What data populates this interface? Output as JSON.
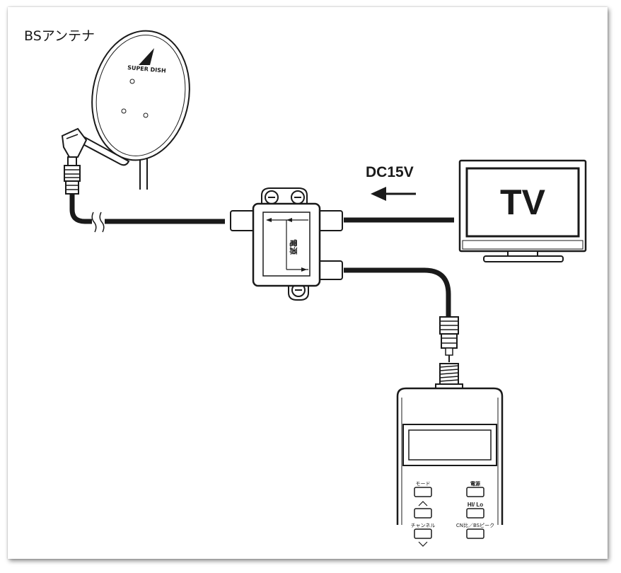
{
  "antenna": {
    "label": "BSアンテナ",
    "brand": "SUPER DISH"
  },
  "power": {
    "label": "DC15V"
  },
  "tv": {
    "label": "TV"
  },
  "splitter": {
    "label": "電源"
  },
  "meter": {
    "mode_label": "モード",
    "power_label": "電源",
    "hilo_label": "HI/ Lo",
    "channel_label": "チャンネル",
    "cnbs_label": "CN比／BSピーク"
  },
  "colors": {
    "line": "#1a1a1a",
    "background": "#ffffff",
    "frame_shadow": "#888888"
  }
}
